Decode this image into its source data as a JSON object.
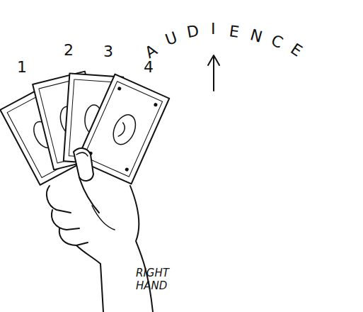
{
  "diagram": {
    "labels": [
      "1",
      "2",
      "3",
      "4",
      "AUDIENCE",
      "RIGHT HAND"
    ]
  }
}
